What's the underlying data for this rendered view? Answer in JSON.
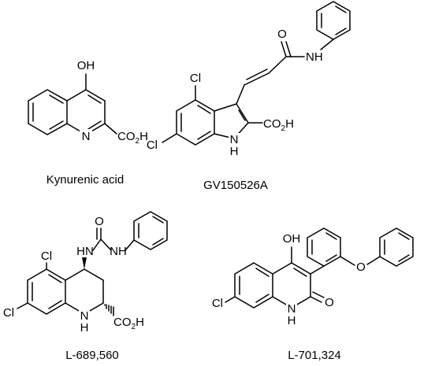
{
  "structures": [
    {
      "caption": "Kynurenic acid",
      "labels": {
        "oh": "OH",
        "n": "N",
        "acid": "CO",
        "acid_sub": "2",
        "acid_h": "H"
      }
    },
    {
      "caption": "GV150526A",
      "labels": {
        "cl1": "Cl",
        "cl2": "Cl",
        "o": "O",
        "nh_amide": "NH",
        "n": "N",
        "h": "H",
        "acid": "CO",
        "acid_sub": "2",
        "acid_h": "H"
      }
    },
    {
      "caption": "L-689,560",
      "labels": {
        "o": "O",
        "hn": "HN",
        "nh": "NH",
        "cl1": "Cl",
        "cl2": "Cl",
        "n": "N",
        "h": "H",
        "acid": "CO",
        "acid_sub": "2",
        "acid_h": "H"
      }
    },
    {
      "caption": "L-701,324",
      "labels": {
        "oh": "OH",
        "o_ether": "O",
        "cl": "Cl",
        "n": "N",
        "h": "H",
        "o_carbonyl": "O"
      }
    }
  ]
}
